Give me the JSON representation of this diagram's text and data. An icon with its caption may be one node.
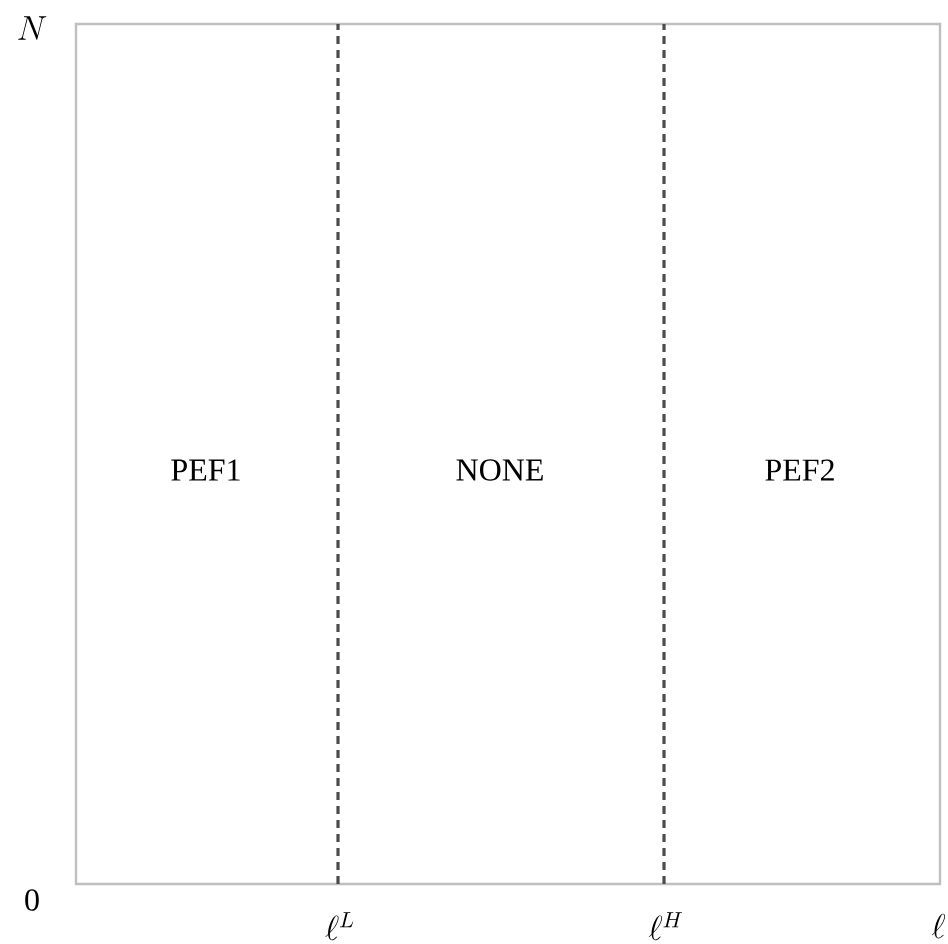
{
  "diagram": {
    "labels": [
      "N",
      "PEF1",
      "NONE",
      "PEF2",
      "0",
      "\\ell^L",
      "\\ell^H",
      "\\ell"
    ]
  }
}
